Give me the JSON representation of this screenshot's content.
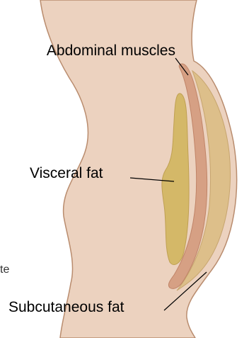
{
  "labels": {
    "abdominal_muscles": "Abdominal muscles",
    "visceral_fat": "Visceral fat",
    "subcutaneous_fat": "Subcutaneous fat",
    "cut_off_fragment": "te"
  },
  "colors": {
    "body": "#ECD2BF",
    "body_outline": "#B98C6E",
    "subcutaneous_fat": "#DDBF8A",
    "subcutaneous_outline": "#C7A56E",
    "muscle": "#D6A084",
    "muscle_outline": "#C08468",
    "visceral_fat": "#D4B868",
    "visceral_outline": "#BFA052"
  }
}
